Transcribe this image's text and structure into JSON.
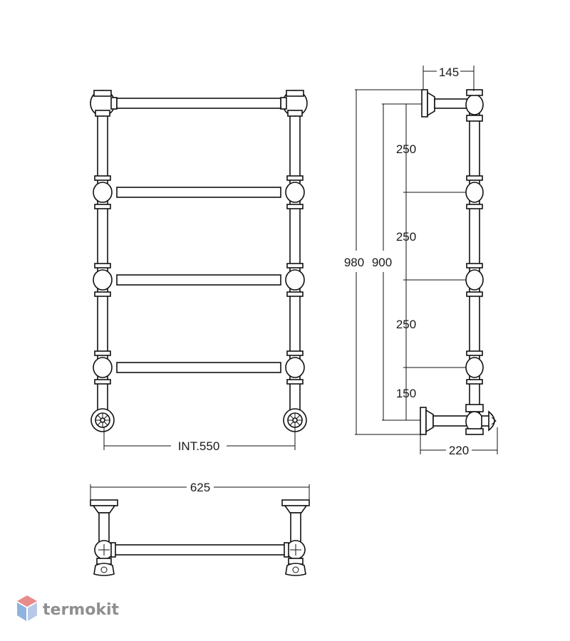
{
  "dimensions": {
    "front_inner_width": "INT.550",
    "side_depth_top": "145",
    "side_depth_bottom": "220",
    "total_height": "980",
    "centers_height": "900",
    "spacing_1": "250",
    "spacing_2": "250",
    "spacing_3": "250",
    "bottom_offset": "150",
    "top_view_width": "625"
  },
  "brand": {
    "name": "termokit",
    "logo_top_color": "#e88b8b",
    "logo_left_color": "#8fb3e0",
    "logo_right_color": "#b6c9e6",
    "text_color": "#8f8f8f"
  },
  "colors": {
    "line": "#111111",
    "background": "#ffffff"
  }
}
